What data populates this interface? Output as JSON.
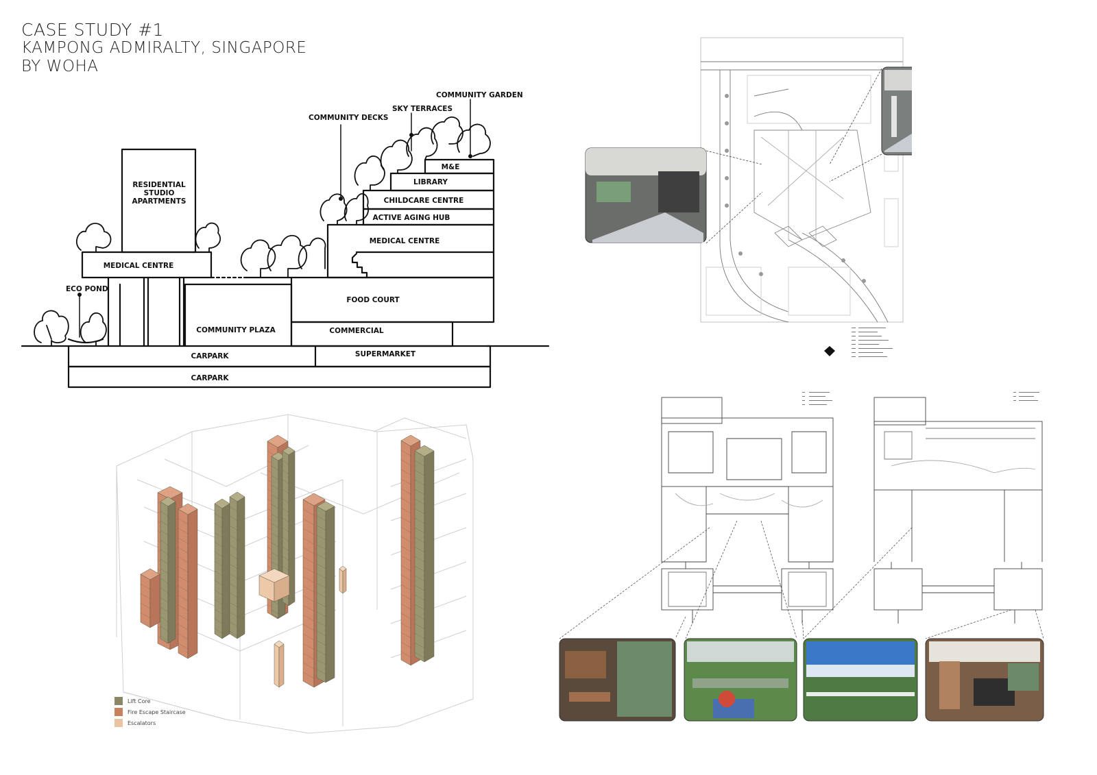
{
  "header": {
    "line1": "CASE STUDY #1",
    "line2": "KAMPONG ADMIRALTY, SINGAPORE",
    "line3": "BY WOHA"
  },
  "section": {
    "labels": {
      "residential": [
        "RESIDENTIAL",
        "STUDIO",
        "APARTMENTS"
      ],
      "medical_left": "MEDICAL CENTRE",
      "eco_pond": "ECO POND",
      "community_decks": "COMMUNITY DECKS",
      "sky_terraces": "SKY TERRACES",
      "community_garden": "COMMUNITY GARDEN",
      "me": "M&E",
      "library": "LIBRARY",
      "childcare": "CHILDCARE CENTRE",
      "active_aging": "ACTIVE AGING HUB",
      "medical_right": "MEDICAL CENTRE",
      "food_court": "FOOD COURT",
      "community_plaza": "COMMUNITY PLAZA",
      "commercial": "COMMERCIAL",
      "carpark_upper": "CARPARK",
      "supermarket": "SUPERMARKET",
      "carpark_lower": "CARPARK"
    }
  },
  "axonometric": {
    "legend": [
      {
        "label": "Lift Core",
        "color": "#8a8666"
      },
      {
        "label": "Fire Escape Staircase",
        "color": "#c9805f"
      },
      {
        "label": "Escalators",
        "color": "#e9c3a2"
      }
    ]
  },
  "colors": {
    "lift_core": "#9a9672",
    "lift_core_dark": "#7f7b5a",
    "staircase": "#d08c6c",
    "staircase_dark": "#b8755a",
    "escalator": "#edc9a9",
    "line": "#111111",
    "plan_line": "#555555"
  }
}
